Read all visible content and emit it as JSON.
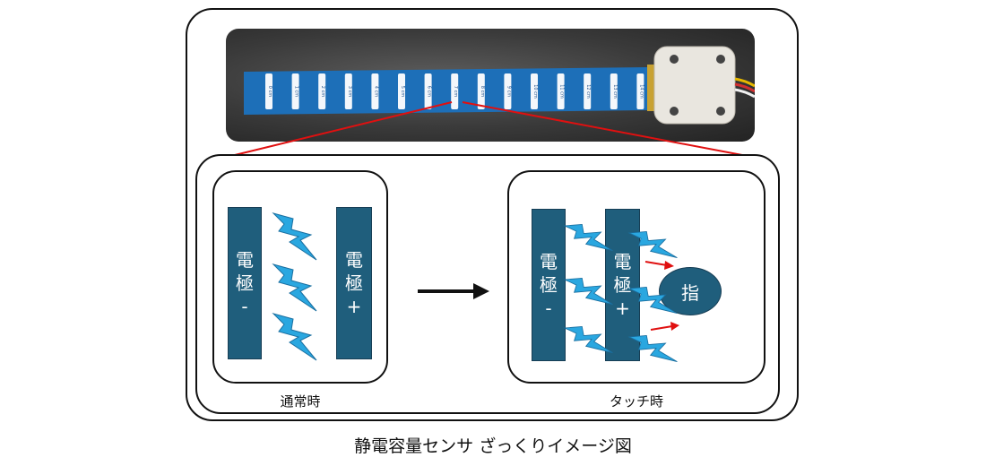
{
  "photo": {
    "scale_labels": [
      "0 cm",
      "1 cm",
      "2 cm",
      "3 cm",
      "4 cm",
      "5 cm",
      "6 cm",
      "7 cm",
      "8 cm",
      "9 cm",
      "10 cm",
      "11 cm",
      "12 cm",
      "13 cm",
      "14 cm"
    ]
  },
  "normal_state": {
    "caption": "通常時",
    "electrode_minus": {
      "line1": "電",
      "line2": "極",
      "line3": "-"
    },
    "electrode_plus": {
      "line1": "電",
      "line2": "極",
      "line3": "+"
    }
  },
  "touch_state": {
    "caption": "タッチ時",
    "electrode_minus": {
      "line1": "電",
      "line2": "極",
      "line3": "-"
    },
    "electrode_plus": {
      "line1": "電",
      "line2": "極",
      "line3": "+"
    },
    "finger_label": "指"
  },
  "title": "静電容量センサ ざっくりイメージ図",
  "colors": {
    "electrode": "#1f5e7c",
    "lightning": "#2aa7e0",
    "pcb": "#1d6fb8",
    "zoom_line": "#e01010",
    "arrow_red": "#e01010"
  }
}
